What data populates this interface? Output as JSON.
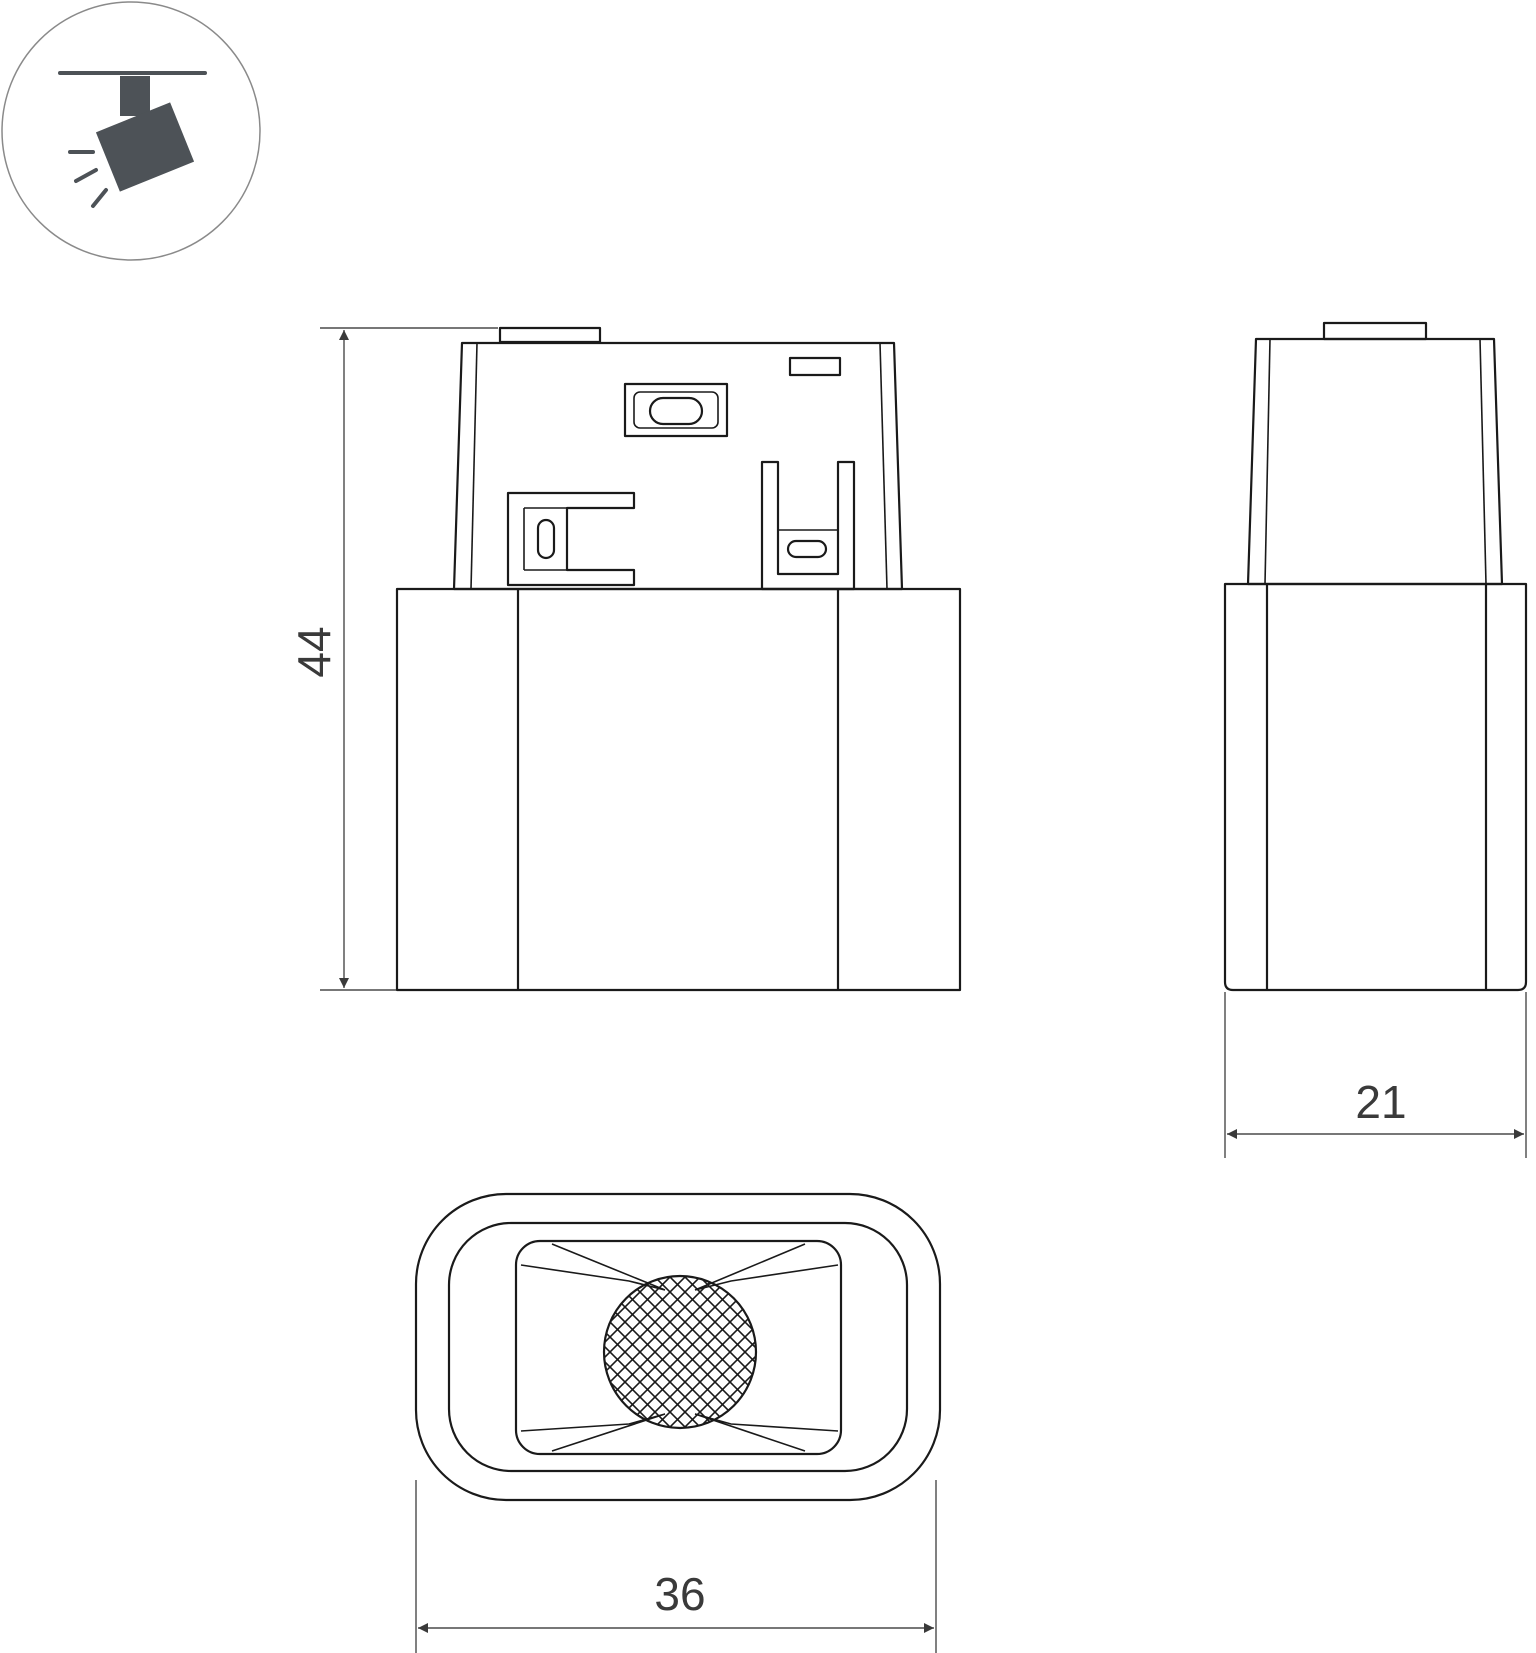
{
  "icon": {
    "name": "track-spotlight-icon"
  },
  "dimensions": {
    "height": "44",
    "depth": "21",
    "width": "36"
  },
  "colors": {
    "line": "#1a1a1a",
    "dimension": "#4a4a4a",
    "icon": "#4d5257"
  }
}
